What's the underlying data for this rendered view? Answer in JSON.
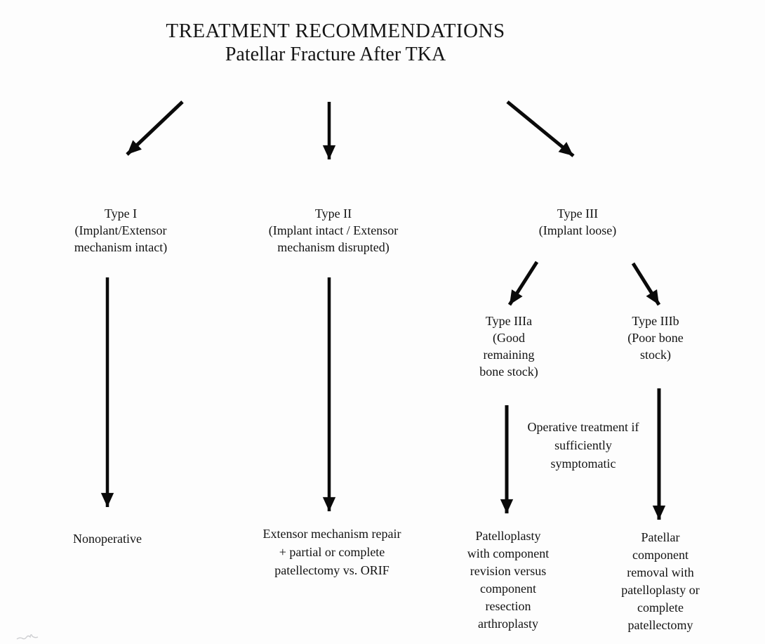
{
  "title": {
    "line1": "TREATMENT RECOMMENDATIONS",
    "line2": "Patellar Fracture After TKA"
  },
  "nodes": {
    "type1": {
      "label": "Type I\n(Implant/Extensor\nmechanism intact)",
      "outcome": "Nonoperative"
    },
    "type2": {
      "label": "Type II\n(Implant intact / Extensor\nmechanism disrupted)",
      "outcome": "Extensor mechanism repair\n+ partial or complete\npatellectomy vs. ORIF"
    },
    "type3": {
      "label": "Type III\n(Implant loose)"
    },
    "type3a": {
      "label": "Type IIIa\n(Good\nremaining\nbone stock)",
      "outcome": "Patelloplasty\nwith component\nrevision versus\ncomponent\nresection\narthroplasty"
    },
    "type3b": {
      "label": "Type IIIb\n(Poor bone\nstock)",
      "outcome": "Patellar\ncomponent\nremoval with\npatelloplasty or\ncomplete\npatellectomy"
    }
  },
  "edge_labels": {
    "operative": "Operative treatment if\nsufficiently\nsymptomatic"
  },
  "colors": {
    "text": "#131313",
    "arrow": "#0a0a0a",
    "background": "#fdfdfd"
  }
}
